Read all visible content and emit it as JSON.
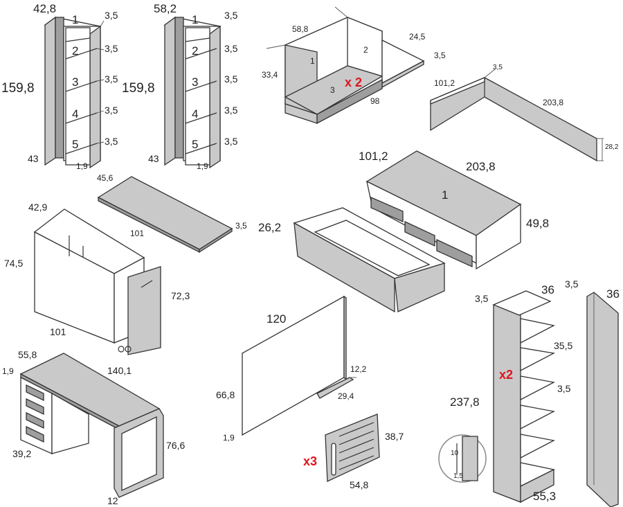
{
  "dimensions": {
    "shelf_a_top": "42,8",
    "shelf_a_h": "159,8",
    "shelf_a_d": "43",
    "shelf_a_t": "1,9",
    "shelf_b_top": "58,2",
    "shelf_b_h": "159,8",
    "shelf_b_d": "43",
    "shelf_b_t": "1,9",
    "shelf_spacing": [
      "3,5",
      "3,5",
      "3,5",
      "3,5",
      "3,5"
    ],
    "shelf_spacing_b": [
      "3,5",
      "3,5",
      "3,5",
      "3,5",
      "3,5"
    ],
    "shelf_numbers": [
      "1",
      "2",
      "3",
      "4",
      "5"
    ],
    "box_w": "58,8",
    "box_h": "33,4",
    "box_l": "98",
    "box_ext_w": "24,5",
    "box_ext_t": "3,5",
    "box_labels": [
      "1",
      "2",
      "3"
    ],
    "box_mult": "x 2",
    "rail_h": "101,2",
    "rail_t": "3,5",
    "rail_l": "203,8",
    "rail_end": "28,2",
    "plank_w": "45,6",
    "plank_l": "101",
    "plank_t": "3,5",
    "bed_w": "101,2",
    "bed_l": "203,8",
    "bed_h": "49,8",
    "bed_label": "1",
    "drawer_h": "26,2",
    "cab_w": "42,9",
    "cab_h": "74,5",
    "cab_l": "101",
    "cab_door_h": "72,3",
    "desk_w": "55,8",
    "desk_t": "1,9",
    "desk_l": "140,1",
    "desk_ped": "39,2",
    "desk_h": "76,6",
    "desk_leg": "12",
    "panel_w": "120",
    "panel_h": "66,8",
    "panel_t": "1,9",
    "foot_h": "12,2",
    "foot_l": "29,4",
    "door_h": "38,7",
    "door_w": "54,8",
    "door_mult": "x3",
    "tall_t": "3,5",
    "tall_d": "36",
    "tall_h": "237,8",
    "tall_w": "55,3",
    "tall_mult": "x2",
    "tall_spacing": [
      "35,5",
      "3,5"
    ],
    "side_t": "3,5",
    "side_d": "36",
    "detail_a": "10",
    "detail_b": "1,5"
  }
}
